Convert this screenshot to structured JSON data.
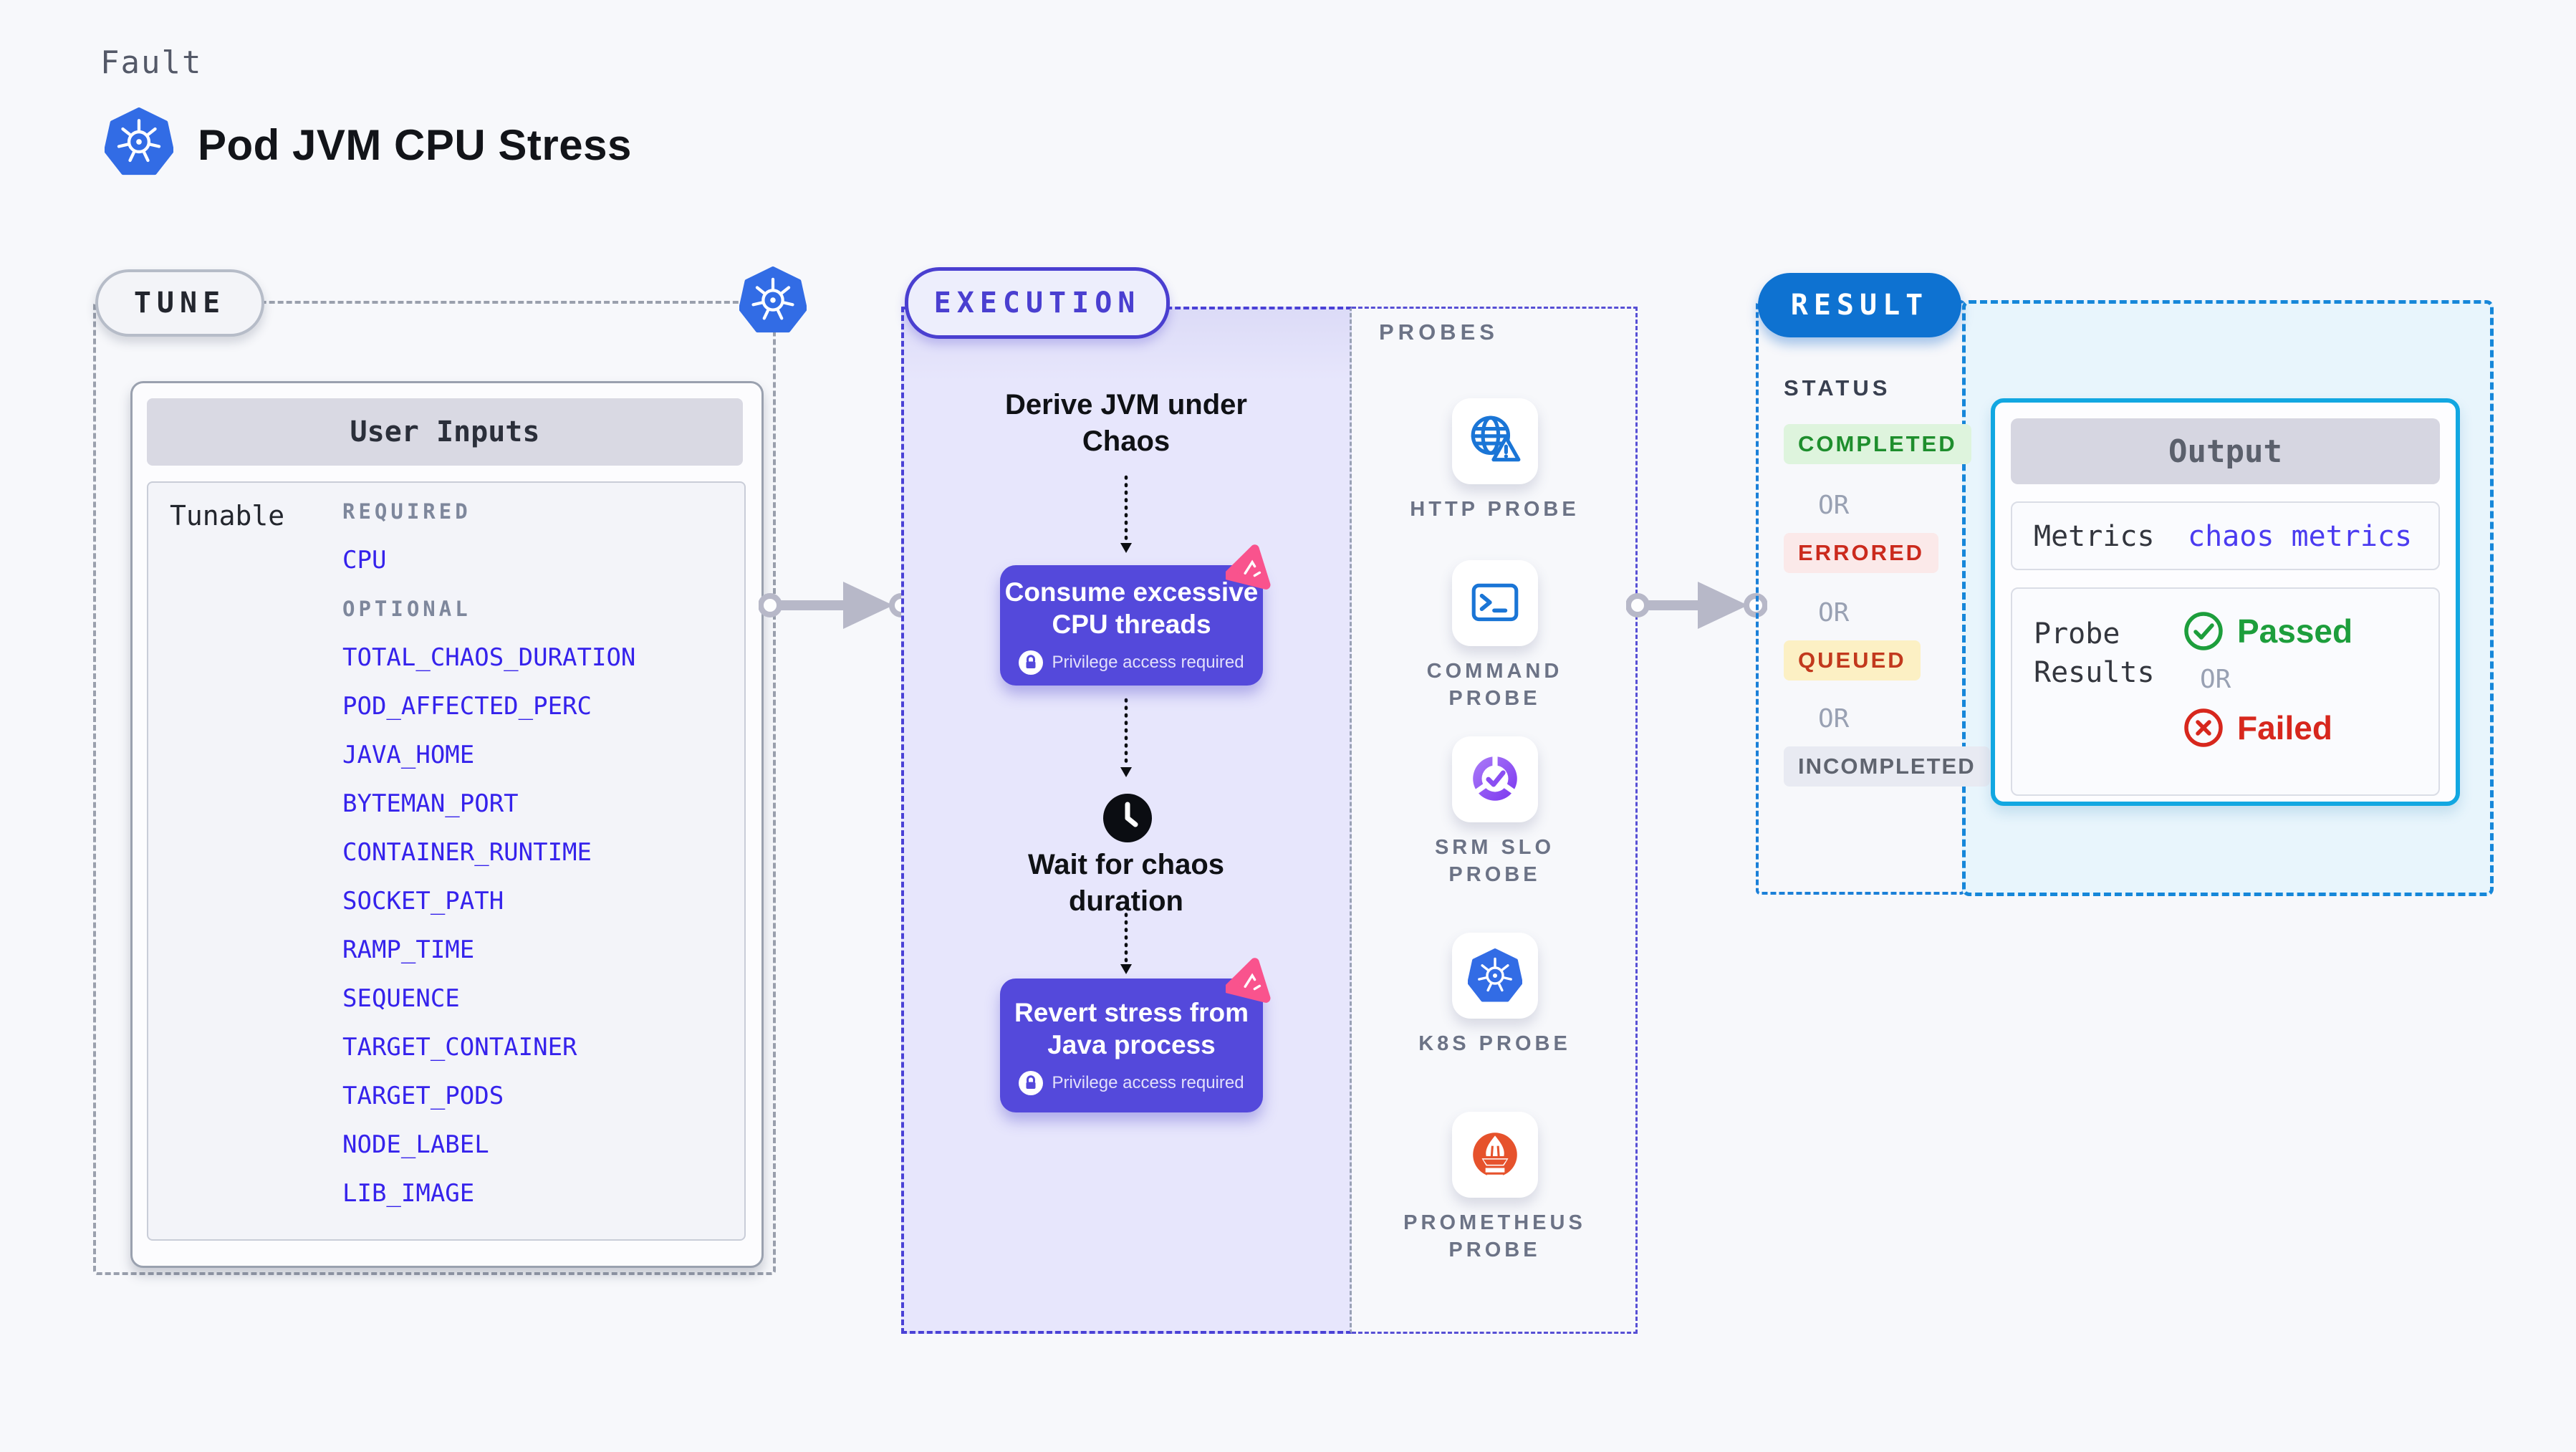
{
  "header": {
    "kicker": "Fault",
    "title": "Pod JVM CPU Stress"
  },
  "tune": {
    "badge": "TUNE",
    "user_inputs": {
      "title": "User Inputs",
      "row_label": "Tunable",
      "required_label": "REQUIRED",
      "required": [
        "CPU"
      ],
      "optional_label": "OPTIONAL",
      "optional": [
        "TOTAL_CHAOS_DURATION",
        "POD_AFFECTED_PERC",
        "JAVA_HOME",
        "BYTEMAN_PORT",
        "CONTAINER_RUNTIME",
        "SOCKET_PATH",
        "RAMP_TIME",
        "SEQUENCE",
        "TARGET_CONTAINER",
        "TARGET_PODS",
        "NODE_LABEL",
        "LIB_IMAGE"
      ]
    }
  },
  "execution": {
    "badge": "EXECUTION",
    "steps": {
      "derive": {
        "line1": "Derive JVM under",
        "line2": "Chaos"
      },
      "consume": {
        "line1": "Consume excessive",
        "line2": "CPU threads",
        "note": "Privilege access required"
      },
      "wait": {
        "line1": "Wait for chaos",
        "line2": "duration"
      },
      "revert": {
        "line1": "Revert stress from",
        "line2": "Java process",
        "note": "Privilege access required"
      }
    },
    "probes": {
      "title": "PROBES",
      "items": [
        {
          "name": "http-probe",
          "line1": "HTTP PROBE",
          "line2": ""
        },
        {
          "name": "command-probe",
          "line1": "COMMAND",
          "line2": "PROBE"
        },
        {
          "name": "srm-slo-probe",
          "line1": "SRM SLO",
          "line2": "PROBE"
        },
        {
          "name": "k8s-probe",
          "line1": "K8S PROBE",
          "line2": ""
        },
        {
          "name": "prometheus-probe",
          "line1": "PROMETHEUS",
          "line2": "PROBE"
        }
      ]
    }
  },
  "result": {
    "badge": "RESULT",
    "status": {
      "title": "STATUS",
      "or": "OR",
      "options": [
        {
          "label": "COMPLETED",
          "fg": "#1E8E2D",
          "bg": "#DEF4DD"
        },
        {
          "label": "ERRORED",
          "fg": "#CB2A1D",
          "bg": "#FBE9E9"
        },
        {
          "label": "QUEUED",
          "fg": "#C2391D",
          "bg": "#FCF0C4"
        },
        {
          "label": "INCOMPLETED",
          "fg": "#5F646F",
          "bg": "#E8EAF2"
        }
      ]
    },
    "output": {
      "title": "Output",
      "metrics_label": "Metrics",
      "metrics_value": "chaos metrics",
      "probe_results_line1": "Probe",
      "probe_results_line2": "Results",
      "passed": "Passed",
      "or": "OR",
      "failed": "Failed"
    }
  },
  "colors": {
    "kubernetes_blue": "#326CE5",
    "accent_indigo": "#4A3FD0",
    "node_purple": "#5449DB",
    "litmus_pink": "#F9538D",
    "probe_icon_blue": "#1A75D6",
    "srm_purple": "#8A43F4",
    "prometheus_orange": "#E6522C",
    "result_blue": "#0E72D1",
    "output_border_cyan": "#12A7E1",
    "passed_green": "#1D9E3C",
    "failed_red": "#D7271D",
    "param_blue": "#3522EC"
  }
}
